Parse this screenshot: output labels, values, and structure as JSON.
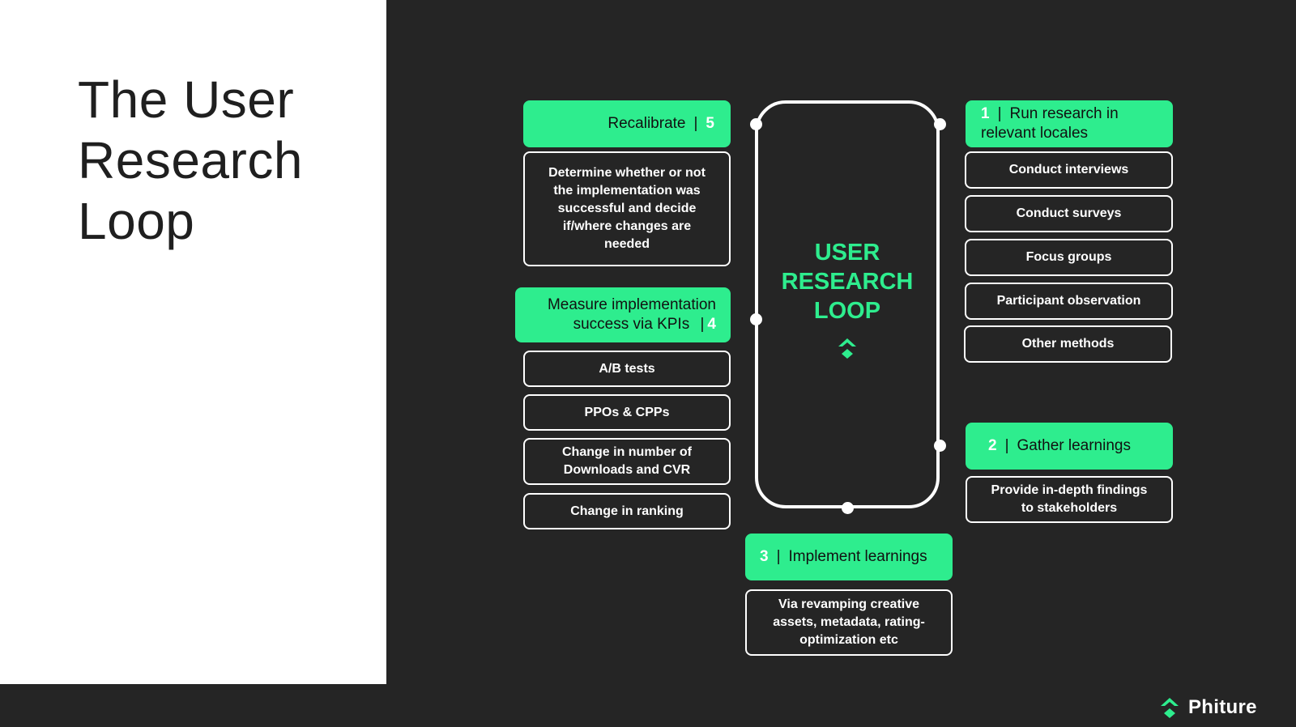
{
  "title": "The User\nResearch\nLoop",
  "loop_center": {
    "title": "USER\nRESEARCH\nLOOP",
    "icon": "chevron-up-diamond-icon"
  },
  "steps": {
    "step1": {
      "number": "1",
      "label": "Run research in relevant locales"
    },
    "step2": {
      "number": "2",
      "label": "Gather learnings"
    },
    "step3": {
      "number": "3",
      "label": "Implement learnings"
    },
    "step4": {
      "number": "4",
      "label": "Measure implementation success via KPIs"
    },
    "step5": {
      "number": "5",
      "label": "Recalibrate"
    }
  },
  "details": {
    "step1_items": [
      "Conduct interviews",
      "Conduct surveys",
      "Focus groups",
      "Participant observation",
      "Other methods"
    ],
    "step2_item": "Provide in-depth findings to stakeholders",
    "step3_item": "Via revamping creative assets, metadata, rating-optimization etc",
    "step4_items": [
      "A/B tests",
      "PPOs & CPPs",
      "Change in number of Downloads and CVR",
      "Change in ranking"
    ],
    "step5_item": "Determine whether or not the implementation was successful and decide if/where changes are needed"
  },
  "separator": "|",
  "brand": {
    "name": "Phiture",
    "icon": "phiture-logo-icon"
  },
  "colors": {
    "accent": "#2eed8e",
    "background": "#252525",
    "panel": "#ffffff",
    "text_light": "#ffffff"
  }
}
